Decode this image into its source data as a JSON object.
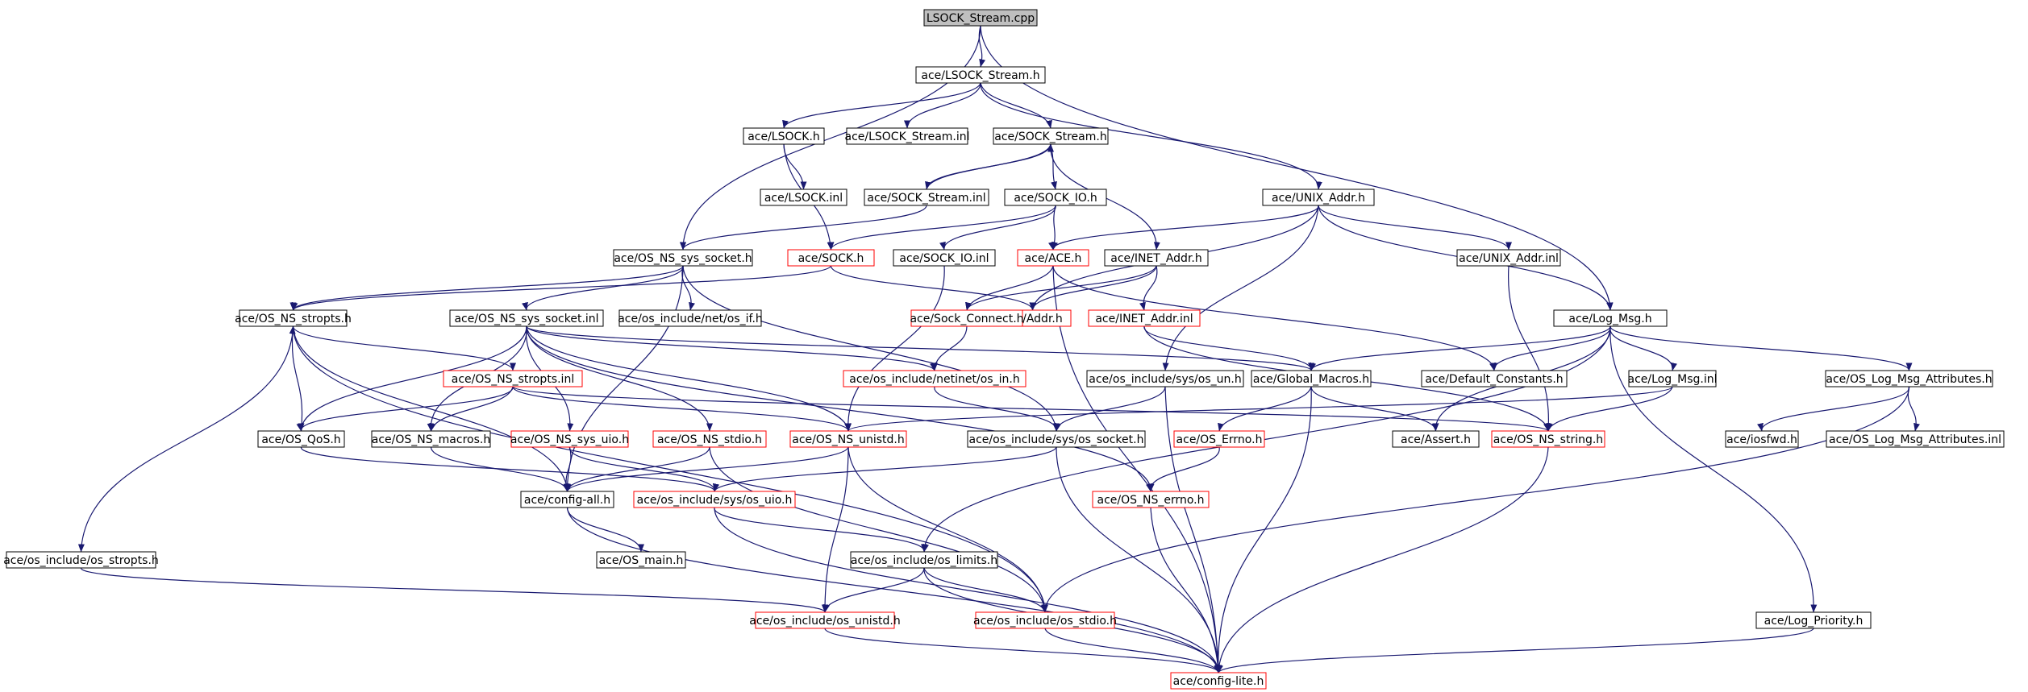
{
  "colors": {
    "edge": "#191970",
    "box_border": "#000000",
    "box_border_truncated": "#ff0000",
    "root_fill": "#bfbfbf",
    "node_fill": "#ffffff",
    "text": "#000000"
  },
  "nodes": [
    {
      "id": "n0",
      "label": "LSOCK_Stream.cpp",
      "root": true
    },
    {
      "id": "n1",
      "label": "ace/LSOCK_Stream.h"
    },
    {
      "id": "n2",
      "label": "ace/LSOCK.h"
    },
    {
      "id": "n3",
      "label": "ace/LSOCK_Stream.inl"
    },
    {
      "id": "n4",
      "label": "ace/SOCK_Stream.h"
    },
    {
      "id": "n5",
      "label": "ace/LSOCK.inl"
    },
    {
      "id": "n6",
      "label": "ace/SOCK_Stream.inl"
    },
    {
      "id": "n7",
      "label": "ace/SOCK_IO.h"
    },
    {
      "id": "n8",
      "label": "ace/UNIX_Addr.h"
    },
    {
      "id": "n9",
      "label": "ace/OS_NS_sys_socket.h"
    },
    {
      "id": "n10",
      "label": "ace/SOCK.h",
      "truncated": true
    },
    {
      "id": "n11",
      "label": "ace/SOCK_IO.inl"
    },
    {
      "id": "n12",
      "label": "ace/ACE.h",
      "truncated": true
    },
    {
      "id": "n13",
      "label": "ace/INET_Addr.h"
    },
    {
      "id": "n14",
      "label": "ace/UNIX_Addr.inl"
    },
    {
      "id": "n15",
      "label": "ace/OS_NS_stropts.h"
    },
    {
      "id": "n16",
      "label": "ace/OS_NS_sys_socket.inl"
    },
    {
      "id": "n17",
      "label": "ace/os_include/net/os_if.h"
    },
    {
      "id": "n18",
      "label": "ace/Addr.h",
      "truncated": true
    },
    {
      "id": "n19",
      "label": "ace/Sock_Connect.h",
      "truncated": true
    },
    {
      "id": "n20",
      "label": "ace/INET_Addr.inl",
      "truncated": true
    },
    {
      "id": "n21",
      "label": "ace/Log_Msg.h"
    },
    {
      "id": "n22",
      "label": "ace/OS_NS_stropts.inl",
      "truncated": true
    },
    {
      "id": "n23",
      "label": "ace/os_include/netinet/os_in.h",
      "truncated": true
    },
    {
      "id": "n24",
      "label": "ace/os_include/sys/os_un.h"
    },
    {
      "id": "n25",
      "label": "ace/Global_Macros.h"
    },
    {
      "id": "n26",
      "label": "ace/Default_Constants.h"
    },
    {
      "id": "n27",
      "label": "ace/Log_Msg.inl"
    },
    {
      "id": "n28",
      "label": "ace/OS_Log_Msg_Attributes.h"
    },
    {
      "id": "n29",
      "label": "ace/OS_QoS.h"
    },
    {
      "id": "n30",
      "label": "ace/OS_NS_macros.h"
    },
    {
      "id": "n31",
      "label": "ace/OS_NS_sys_uio.h",
      "truncated": true
    },
    {
      "id": "n32",
      "label": "ace/OS_NS_stdio.h",
      "truncated": true
    },
    {
      "id": "n33",
      "label": "ace/OS_NS_unistd.h",
      "truncated": true
    },
    {
      "id": "n34",
      "label": "ace/os_include/sys/os_socket.h"
    },
    {
      "id": "n35",
      "label": "ace/OS_Errno.h",
      "truncated": true
    },
    {
      "id": "n36",
      "label": "ace/Assert.h"
    },
    {
      "id": "n37",
      "label": "ace/OS_NS_string.h",
      "truncated": true
    },
    {
      "id": "n38",
      "label": "ace/iosfwd.h"
    },
    {
      "id": "n39",
      "label": "ace/OS_Log_Msg_Attributes.inl"
    },
    {
      "id": "n40",
      "label": "ace/config-all.h"
    },
    {
      "id": "n41",
      "label": "ace/os_include/sys/os_uio.h",
      "truncated": true
    },
    {
      "id": "n42",
      "label": "ace/OS_NS_errno.h",
      "truncated": true
    },
    {
      "id": "n43",
      "label": "ace/OS_main.h"
    },
    {
      "id": "n44",
      "label": "ace/os_include/os_stropts.h"
    },
    {
      "id": "n45",
      "label": "ace/os_include/os_limits.h"
    },
    {
      "id": "n46",
      "label": "ace/os_include/os_unistd.h",
      "truncated": true
    },
    {
      "id": "n47",
      "label": "ace/os_include/os_stdio.h",
      "truncated": true
    },
    {
      "id": "n48",
      "label": "ace/Log_Priority.h"
    },
    {
      "id": "n49",
      "label": "ace/config-lite.h",
      "truncated": true
    }
  ],
  "edges": [
    [
      "n0",
      "n1"
    ],
    [
      "n0",
      "n9"
    ],
    [
      "n0",
      "n21"
    ],
    [
      "n1",
      "n2"
    ],
    [
      "n1",
      "n3"
    ],
    [
      "n1",
      "n4"
    ],
    [
      "n1",
      "n8"
    ],
    [
      "n2",
      "n5"
    ],
    [
      "n2",
      "n10"
    ],
    [
      "n4",
      "n6"
    ],
    [
      "n6",
      "n4"
    ],
    [
      "n4",
      "n7"
    ],
    [
      "n4",
      "n13"
    ],
    [
      "n6",
      "n9"
    ],
    [
      "n7",
      "n11"
    ],
    [
      "n7",
      "n12"
    ],
    [
      "n7",
      "n10"
    ],
    [
      "n8",
      "n12"
    ],
    [
      "n8",
      "n18"
    ],
    [
      "n8",
      "n14"
    ],
    [
      "n8",
      "n21"
    ],
    [
      "n8",
      "n24"
    ],
    [
      "n9",
      "n15"
    ],
    [
      "n9",
      "n16"
    ],
    [
      "n9",
      "n17"
    ],
    [
      "n9",
      "n40"
    ],
    [
      "n9",
      "n34"
    ],
    [
      "n10",
      "n15"
    ],
    [
      "n10",
      "n18"
    ],
    [
      "n11",
      "n33"
    ],
    [
      "n12",
      "n19"
    ],
    [
      "n12",
      "n26"
    ],
    [
      "n12",
      "n49"
    ],
    [
      "n13",
      "n19"
    ],
    [
      "n13",
      "n18"
    ],
    [
      "n13",
      "n20"
    ],
    [
      "n14",
      "n37"
    ],
    [
      "n15",
      "n22"
    ],
    [
      "n15",
      "n40"
    ],
    [
      "n15",
      "n44"
    ],
    [
      "n15",
      "n47"
    ],
    [
      "n16",
      "n23"
    ],
    [
      "n16",
      "n25"
    ],
    [
      "n16",
      "n29"
    ],
    [
      "n16",
      "n30"
    ],
    [
      "n16",
      "n31"
    ],
    [
      "n16",
      "n32"
    ],
    [
      "n16",
      "n33"
    ],
    [
      "n16",
      "n42"
    ],
    [
      "n19",
      "n23"
    ],
    [
      "n20",
      "n37"
    ],
    [
      "n20",
      "n25"
    ],
    [
      "n21",
      "n25"
    ],
    [
      "n21",
      "n26"
    ],
    [
      "n21",
      "n27"
    ],
    [
      "n21",
      "n28"
    ],
    [
      "n21",
      "n36"
    ],
    [
      "n21",
      "n48"
    ],
    [
      "n21",
      "n45"
    ],
    [
      "n22",
      "n29"
    ],
    [
      "n22",
      "n30"
    ],
    [
      "n22",
      "n33"
    ],
    [
      "n22",
      "n37"
    ],
    [
      "n23",
      "n34"
    ],
    [
      "n24",
      "n34"
    ],
    [
      "n24",
      "n49"
    ],
    [
      "n25",
      "n35"
    ],
    [
      "n25",
      "n36"
    ],
    [
      "n25",
      "n49"
    ],
    [
      "n27",
      "n37"
    ],
    [
      "n27",
      "n33"
    ],
    [
      "n28",
      "n38"
    ],
    [
      "n28",
      "n39"
    ],
    [
      "n28",
      "n47"
    ],
    [
      "n29",
      "n15"
    ],
    [
      "n29",
      "n41"
    ],
    [
      "n30",
      "n40"
    ],
    [
      "n31",
      "n40"
    ],
    [
      "n31",
      "n41"
    ],
    [
      "n32",
      "n40"
    ],
    [
      "n32",
      "n47"
    ],
    [
      "n33",
      "n40"
    ],
    [
      "n33",
      "n46"
    ],
    [
      "n33",
      "n47"
    ],
    [
      "n34",
      "n41"
    ],
    [
      "n34",
      "n49"
    ],
    [
      "n35",
      "n42"
    ],
    [
      "n37",
      "n49"
    ],
    [
      "n40",
      "n43"
    ],
    [
      "n40",
      "n49"
    ],
    [
      "n41",
      "n45"
    ],
    [
      "n41",
      "n49"
    ],
    [
      "n42",
      "n49"
    ],
    [
      "n44",
      "n46"
    ],
    [
      "n45",
      "n46"
    ],
    [
      "n45",
      "n47"
    ],
    [
      "n45",
      "n49"
    ],
    [
      "n46",
      "n49"
    ],
    [
      "n47",
      "n49"
    ],
    [
      "n48",
      "n49"
    ]
  ]
}
